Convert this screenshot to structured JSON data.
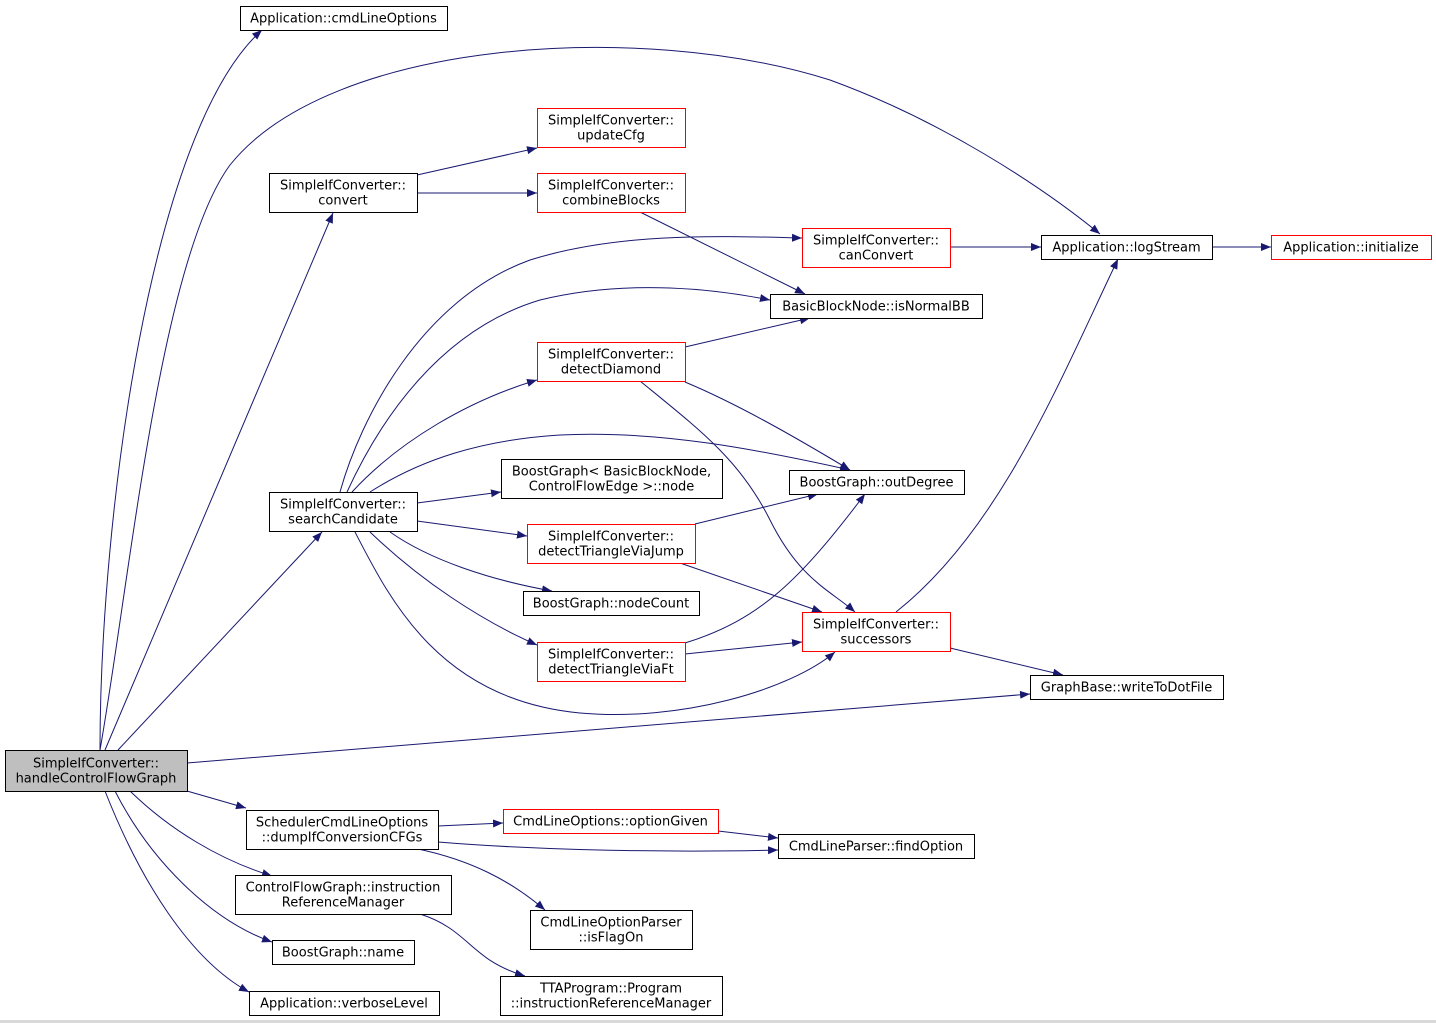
{
  "colors": {
    "edge": "#191970",
    "node_border": "#000000",
    "node_border_more": "#ff0000",
    "root_fill": "#bfbfbf",
    "node_fill": "#ffffff"
  },
  "nodes": [
    {
      "id": "root",
      "lines": [
        "SimpleIfConverter::",
        "handleControlFlowGraph"
      ],
      "style": "root"
    },
    {
      "id": "cmdLineOptions",
      "lines": [
        "Application::cmdLineOptions"
      ],
      "style": "normal"
    },
    {
      "id": "convert",
      "lines": [
        "SimpleIfConverter::",
        "convert"
      ],
      "style": "normal"
    },
    {
      "id": "updateCfg",
      "lines": [
        "SimpleIfConverter::",
        "updateCfg"
      ],
      "style": "more"
    },
    {
      "id": "combineBlocks",
      "lines": [
        "SimpleIfConverter::",
        "combineBlocks"
      ],
      "style": "more"
    },
    {
      "id": "canConvert",
      "lines": [
        "SimpleIfConverter::",
        "canConvert"
      ],
      "style": "more"
    },
    {
      "id": "logStream",
      "lines": [
        "Application::logStream"
      ],
      "style": "normal"
    },
    {
      "id": "initialize",
      "lines": [
        "Application::initialize"
      ],
      "style": "more"
    },
    {
      "id": "isNormalBB",
      "lines": [
        "BasicBlockNode::isNormalBB"
      ],
      "style": "normal"
    },
    {
      "id": "detectDiamond",
      "lines": [
        "SimpleIfConverter::",
        "detectDiamond"
      ],
      "style": "more"
    },
    {
      "id": "searchCandidate",
      "lines": [
        "SimpleIfConverter::",
        "searchCandidate"
      ],
      "style": "normal"
    },
    {
      "id": "bgNode",
      "lines": [
        "BoostGraph< BasicBlockNode,",
        "ControlFlowEdge >::node"
      ],
      "style": "normal"
    },
    {
      "id": "outDegree",
      "lines": [
        "BoostGraph::outDegree"
      ],
      "style": "normal"
    },
    {
      "id": "triJump",
      "lines": [
        "SimpleIfConverter::",
        "detectTriangleViaJump"
      ],
      "style": "more"
    },
    {
      "id": "nodeCount",
      "lines": [
        "BoostGraph::nodeCount"
      ],
      "style": "normal"
    },
    {
      "id": "successors",
      "lines": [
        "SimpleIfConverter::",
        "successors"
      ],
      "style": "more"
    },
    {
      "id": "triFt",
      "lines": [
        "SimpleIfConverter::",
        "detectTriangleViaFt"
      ],
      "style": "more"
    },
    {
      "id": "writeToDotFile",
      "lines": [
        "GraphBase::writeToDotFile"
      ],
      "style": "normal"
    },
    {
      "id": "dumpIfConv",
      "lines": [
        "SchedulerCmdLineOptions",
        "::dumpIfConversionCFGs"
      ],
      "style": "normal"
    },
    {
      "id": "optionGiven",
      "lines": [
        "CmdLineOptions::optionGiven"
      ],
      "style": "more"
    },
    {
      "id": "findOption",
      "lines": [
        "CmdLineParser::findOption"
      ],
      "style": "normal"
    },
    {
      "id": "instrRefMgr",
      "lines": [
        "ControlFlowGraph::instruction",
        "ReferenceManager"
      ],
      "style": "normal"
    },
    {
      "id": "isFlagOn",
      "lines": [
        "CmdLineOptionParser",
        "::isFlagOn"
      ],
      "style": "normal"
    },
    {
      "id": "bgName",
      "lines": [
        "BoostGraph::name"
      ],
      "style": "normal"
    },
    {
      "id": "progIRM",
      "lines": [
        "TTAProgram::Program",
        "::instructionReferenceManager"
      ],
      "style": "normal"
    },
    {
      "id": "verboseLevel",
      "lines": [
        "Application::verboseLevel"
      ],
      "style": "normal"
    }
  ],
  "edges": [
    [
      "root",
      "cmdLineOptions"
    ],
    [
      "root",
      "logStream"
    ],
    [
      "root",
      "convert"
    ],
    [
      "root",
      "searchCandidate"
    ],
    [
      "root",
      "writeToDotFile"
    ],
    [
      "root",
      "dumpIfConv"
    ],
    [
      "root",
      "instrRefMgr"
    ],
    [
      "root",
      "bgName"
    ],
    [
      "root",
      "verboseLevel"
    ],
    [
      "convert",
      "updateCfg"
    ],
    [
      "convert",
      "combineBlocks"
    ],
    [
      "combineBlocks",
      "isNormalBB"
    ],
    [
      "canConvert",
      "logStream"
    ],
    [
      "logStream",
      "initialize"
    ],
    [
      "searchCandidate",
      "canConvert"
    ],
    [
      "searchCandidate",
      "isNormalBB"
    ],
    [
      "searchCandidate",
      "detectDiamond"
    ],
    [
      "searchCandidate",
      "outDegree"
    ],
    [
      "searchCandidate",
      "bgNode"
    ],
    [
      "searchCandidate",
      "triJump"
    ],
    [
      "searchCandidate",
      "nodeCount"
    ],
    [
      "searchCandidate",
      "triFt"
    ],
    [
      "searchCandidate",
      "successors"
    ],
    [
      "detectDiamond",
      "isNormalBB"
    ],
    [
      "detectDiamond",
      "outDegree"
    ],
    [
      "detectDiamond",
      "successors"
    ],
    [
      "triJump",
      "outDegree"
    ],
    [
      "triJump",
      "successors"
    ],
    [
      "triFt",
      "outDegree"
    ],
    [
      "triFt",
      "successors"
    ],
    [
      "successors",
      "logStream"
    ],
    [
      "successors",
      "writeToDotFile"
    ],
    [
      "dumpIfConv",
      "optionGiven"
    ],
    [
      "dumpIfConv",
      "findOption"
    ],
    [
      "dumpIfConv",
      "isFlagOn"
    ],
    [
      "optionGiven",
      "findOption"
    ],
    [
      "instrRefMgr",
      "progIRM"
    ]
  ]
}
